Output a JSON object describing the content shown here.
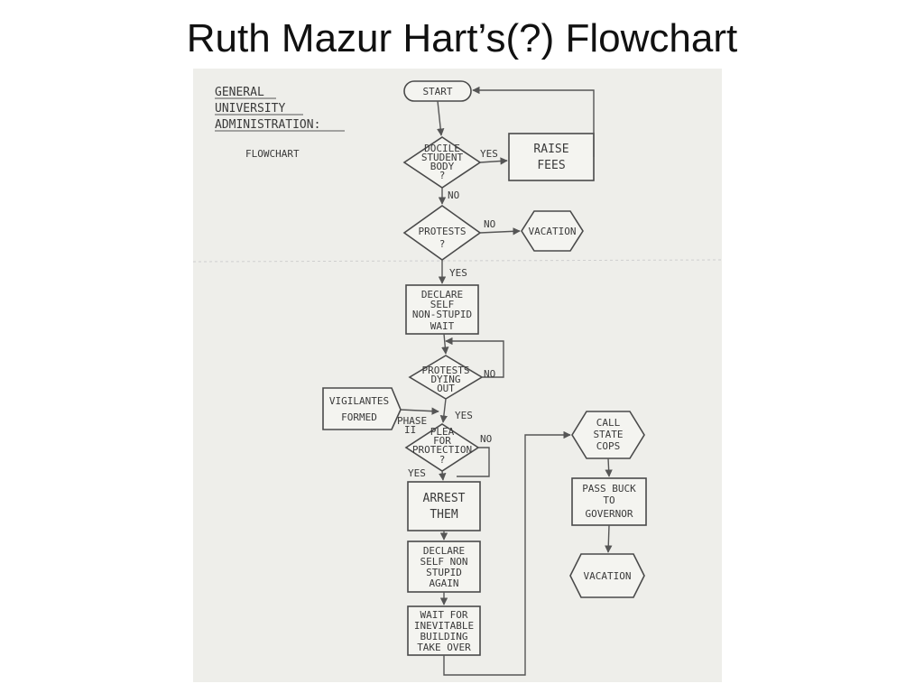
{
  "title": "Ruth Mazur Hart’s(?) Flowchart",
  "diagram": {
    "header": {
      "line1": "GENERAL",
      "line2": "UNIVERSITY",
      "line3": "ADMINISTRATION:",
      "subtitle": "FLOWCHART"
    },
    "nodes": {
      "start": "START",
      "docile": [
        "DOCILE",
        "STUDENT",
        "BODY",
        "?"
      ],
      "raise_fees": [
        "RAISE",
        "FEES"
      ],
      "protests": [
        "PROTESTS",
        "?"
      ],
      "vacation1": "VACATION",
      "declare1": [
        "DECLARE",
        "SELF",
        "NON-STUPID",
        "WAIT"
      ],
      "dying_out": [
        "PROTESTS",
        "DYING",
        "OUT"
      ],
      "vigilantes": [
        "VIGILANTES",
        "FORMED"
      ],
      "plea": [
        "PLEA",
        "FOR",
        "PROTECTION",
        "?"
      ],
      "arrest": [
        "ARREST",
        "THEM"
      ],
      "declare2": [
        "DECLARE",
        "SELF NON",
        "STUPID",
        "AGAIN"
      ],
      "wait_takeover": [
        "WAIT FOR",
        "INEVITABLE",
        "BUILDING",
        "TAKE OVER"
      ],
      "call_cops": [
        "CALL",
        "STATE",
        "COPS"
      ],
      "pass_buck": [
        "PASS BUCK",
        "TO",
        "GOVERNOR"
      ],
      "vacation2": "VACATION"
    },
    "edge_labels": {
      "yes": "YES",
      "no": "NO",
      "phase2": [
        "PHASE",
        "II"
      ]
    }
  }
}
